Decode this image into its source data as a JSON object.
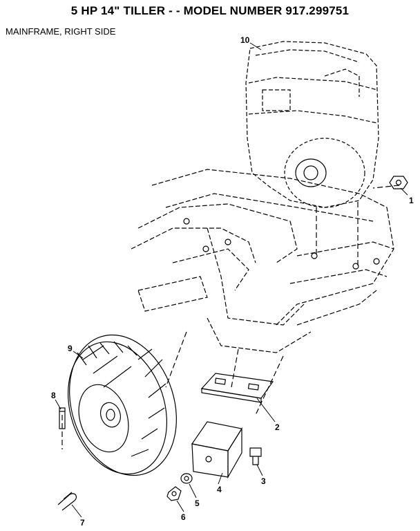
{
  "header": {
    "title": "5 HP  14\" TILLER - - MODEL NUMBER 917.299751",
    "subtitle": "MAINFRAME, RIGHT SIDE"
  },
  "callouts": {
    "c1": "1",
    "c2": "2",
    "c3": "3",
    "c4": "4",
    "c5": "5",
    "c6": "6",
    "c7": "7",
    "c8": "8",
    "c9": "9",
    "c10": "10"
  }
}
